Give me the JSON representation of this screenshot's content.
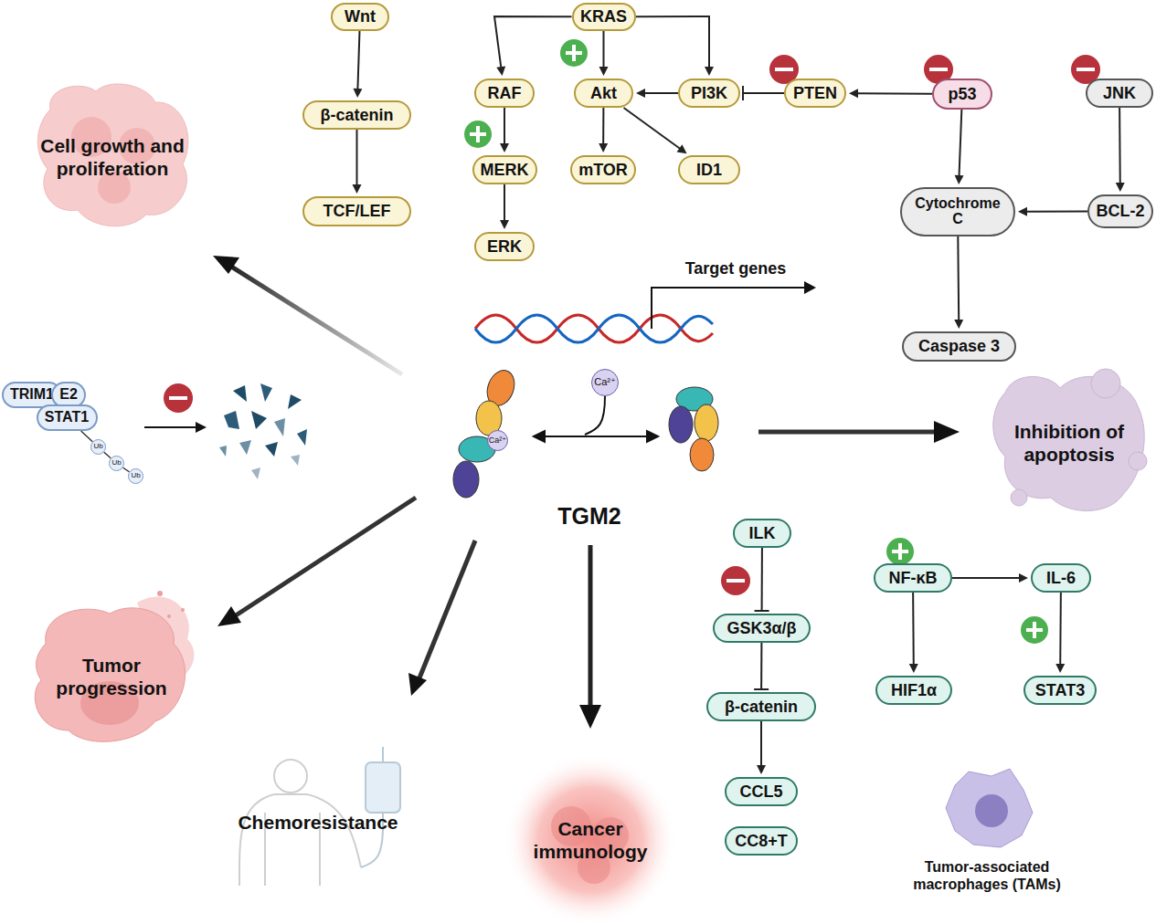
{
  "diagram": {
    "nodes": [
      {
        "text": [
          "Wnt"
        ]
      },
      {
        "text": [
          "β-catenin"
        ]
      },
      {
        "text": [
          "TCF/LEF"
        ]
      },
      {
        "text": [
          "KRAS"
        ]
      },
      {
        "text": [
          "RAF"
        ]
      },
      {
        "text": [
          "Akt"
        ]
      },
      {
        "text": [
          "PI3K"
        ]
      },
      {
        "text": [
          "PTEN"
        ]
      },
      {
        "text": [
          "p53"
        ]
      },
      {
        "text": [
          "JNK"
        ]
      },
      {
        "text": [
          "MERK"
        ]
      },
      {
        "text": [
          "mTOR"
        ]
      },
      {
        "text": [
          "ID1"
        ]
      },
      {
        "text": [
          "ERK"
        ]
      },
      {
        "text": [
          "Cytochrome C"
        ]
      },
      {
        "text": [
          "BCL-2"
        ]
      },
      {
        "text": [
          "Caspase 3"
        ]
      },
      {
        "text": [
          "TRIM1"
        ]
      },
      {
        "text": [
          "E2"
        ]
      },
      {
        "text": [
          "STAT1"
        ]
      },
      {
        "text": [
          "Ub"
        ]
      },
      {
        "text": [
          "Ub"
        ]
      },
      {
        "text": [
          "Ub"
        ]
      },
      {
        "text": [
          "Ca²⁺"
        ]
      },
      {
        "text": [
          "Ca²⁺"
        ]
      },
      {
        "text": [
          "ILK"
        ]
      },
      {
        "text": [
          "NF-κB"
        ]
      },
      {
        "text": [
          "IL-6"
        ]
      },
      {
        "text": [
          "GSK3α/β"
        ]
      },
      {
        "text": [
          "HIF1α"
        ]
      },
      {
        "text": [
          "STAT3"
        ]
      },
      {
        "text": [
          "β-catenin"
        ]
      },
      {
        "text": [
          "CCL5"
        ]
      },
      {
        "text": [
          "CC8+T"
        ]
      }
    ],
    "edges": [
      {
        "from": 0,
        "to": 1,
        "arrow": "to"
      },
      {
        "from": 1,
        "to": 2,
        "arrow": "to"
      },
      {
        "from": 3,
        "to": 4,
        "arrow": "to"
      },
      {
        "from": 3,
        "to": 5,
        "arrow": "to"
      },
      {
        "from": 3,
        "to": 6,
        "arrow": "to"
      },
      {
        "from": 4,
        "to": 10,
        "arrow": "to"
      },
      {
        "from": 10,
        "to": 13,
        "arrow": "to"
      },
      {
        "from": 6,
        "to": 5,
        "arrow": "to"
      },
      {
        "from": 7,
        "to": 6,
        "arrow": "to"
      },
      {
        "from": 8,
        "to": 7,
        "arrow": "to"
      },
      {
        "from": 5,
        "to": 11,
        "arrow": "to"
      },
      {
        "from": 5,
        "to": 12,
        "arrow": "to"
      },
      {
        "from": 8,
        "to": 14,
        "arrow": "to"
      },
      {
        "from": 9,
        "to": 15,
        "arrow": "to"
      },
      {
        "from": 15,
        "to": 14,
        "arrow": "to"
      },
      {
        "from": 14,
        "to": 16,
        "arrow": "to"
      },
      {
        "from": 19,
        "to": 20,
        "arrow": "none"
      },
      {
        "from": 20,
        "to": 21,
        "arrow": "none"
      },
      {
        "from": 21,
        "to": 22,
        "arrow": "none"
      },
      {
        "from": 25,
        "to": 28,
        "arrow": "to"
      },
      {
        "from": 28,
        "to": 31,
        "arrow": "to"
      },
      {
        "from": 31,
        "to": 32,
        "arrow": "to"
      },
      {
        "from": 26,
        "to": 27,
        "arrow": "to"
      },
      {
        "from": 26,
        "to": 29,
        "arrow": "to"
      },
      {
        "from": 27,
        "to": 30,
        "arrow": "to"
      }
    ],
    "labels": [
      "Cell growth and proliferation",
      "Tumor progression",
      "Chemoresistance",
      "Cancer immunology",
      "Inhibition of apoptosis",
      "TGM2",
      "Target genes",
      "Tumor-associated macrophages (TAMs)"
    ]
  }
}
